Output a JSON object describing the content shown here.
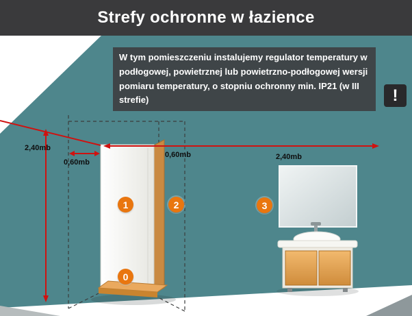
{
  "header": {
    "title": "Strefy ochronne w łazience"
  },
  "info_box": {
    "text": "W tym pomieszczeniu instalujemy regulator temperatury w podłogowej, powietrznej lub powietrzno-podłogowej wersji pomiaru temperatury, o stopniu ochronny min. IP21 (w III strefie)",
    "warning_glyph": "!"
  },
  "measurements": {
    "wall_height_left": "2,40mb",
    "zone1_width": "0,60mb",
    "zone2_width": "0,60mb",
    "wall_width_top": "2,40mb"
  },
  "zones": {
    "z0": "0",
    "z1": "1",
    "z2": "2",
    "z3": "3"
  },
  "colors": {
    "wall_teal": "#4e868c",
    "header_dark": "#3a3a3c",
    "accent_orange": "#e9760f",
    "measure_red": "#cf1210"
  }
}
